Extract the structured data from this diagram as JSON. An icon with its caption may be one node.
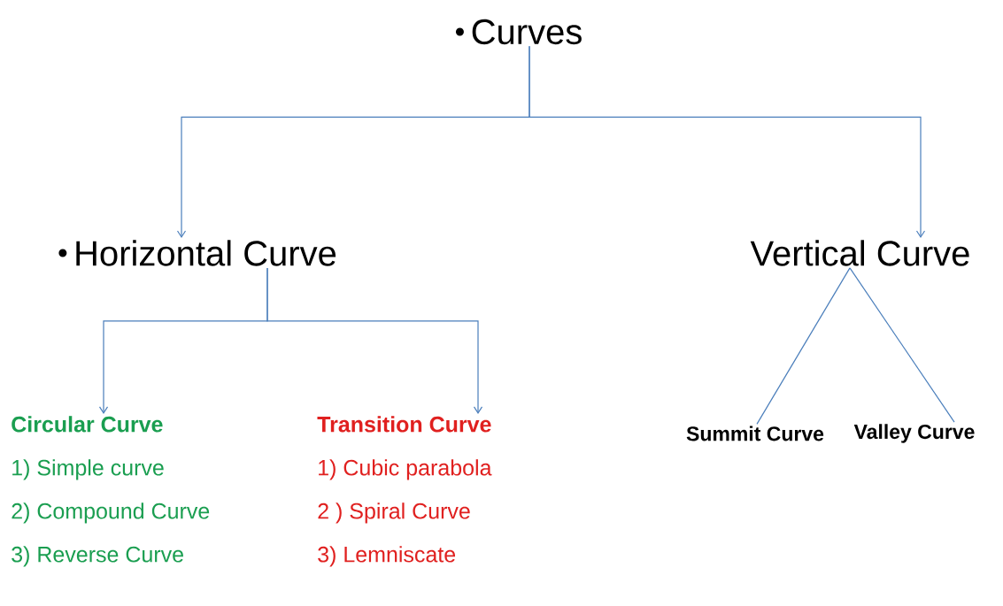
{
  "diagram": {
    "nodes": [
      {
        "text": [
          "Curves"
        ]
      },
      {
        "text": [
          "Horizontal Curve"
        ]
      },
      {
        "text": [
          "Vertical Curve"
        ]
      },
      {
        "text": [
          "Circular Curve",
          "1) Simple curve",
          "2) Compound Curve",
          "3) Reverse Curve"
        ]
      },
      {
        "text": [
          "Transition Curve",
          "1) Cubic parabola",
          "2 ) Spiral Curve",
          "3) Lemniscate"
        ]
      },
      {
        "text": [
          "Summit Curve"
        ]
      },
      {
        "text": [
          "Valley Curve"
        ]
      }
    ],
    "edges": [
      {
        "from": 0,
        "to": 1,
        "arrow": "to"
      },
      {
        "from": 0,
        "to": 2,
        "arrow": "to"
      },
      {
        "from": 1,
        "to": 3,
        "arrow": "to"
      },
      {
        "from": 1,
        "to": 4,
        "arrow": "to"
      },
      {
        "from": 2,
        "to": 5,
        "arrow": "none"
      },
      {
        "from": 2,
        "to": 6,
        "arrow": "none"
      }
    ]
  }
}
